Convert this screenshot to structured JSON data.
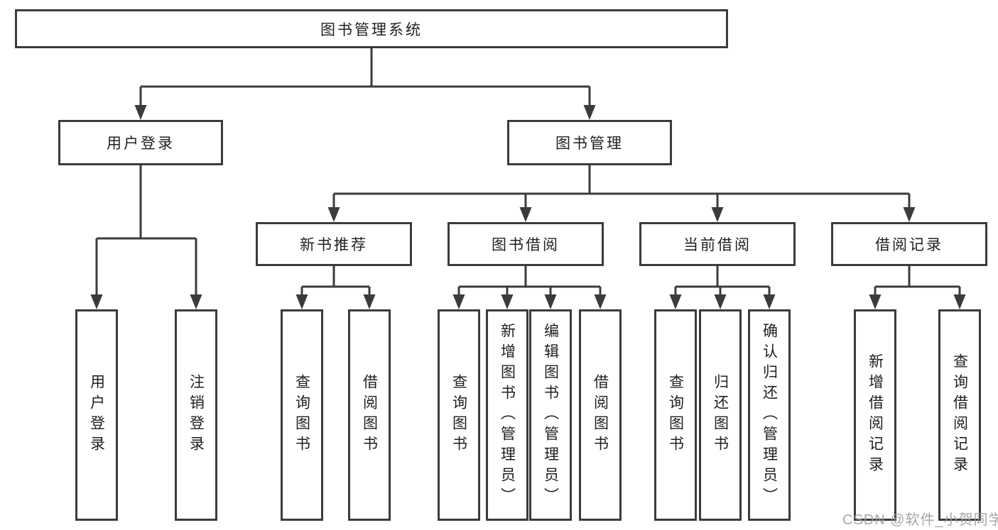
{
  "nodes": {
    "root": "图书管理系统",
    "level2": [
      "用户登录",
      "图书管理"
    ],
    "level3": [
      "新书推荐",
      "图书借阅",
      "当前借阅",
      "借阅记录"
    ],
    "leaf_groups": [
      [
        "用户登录",
        "注销登录"
      ],
      [
        "查询图书",
        "借阅图书"
      ],
      [
        "查询图书",
        "新增图书（管理员）",
        "编辑图书（管理员）",
        "借阅图书"
      ],
      [
        "查询图书",
        "归还图书",
        "确认归还（管理员）"
      ],
      [
        "新增借阅记录",
        "查询借阅记录"
      ]
    ]
  },
  "watermark": {
    "text": "CSDN @软件_小贺同学",
    "color": "#9e9e9e"
  },
  "colors": {
    "line": "#3b3b3b",
    "box_border": "#3b3b3b",
    "text": "#1f1f1f",
    "background": "#ffffff"
  }
}
